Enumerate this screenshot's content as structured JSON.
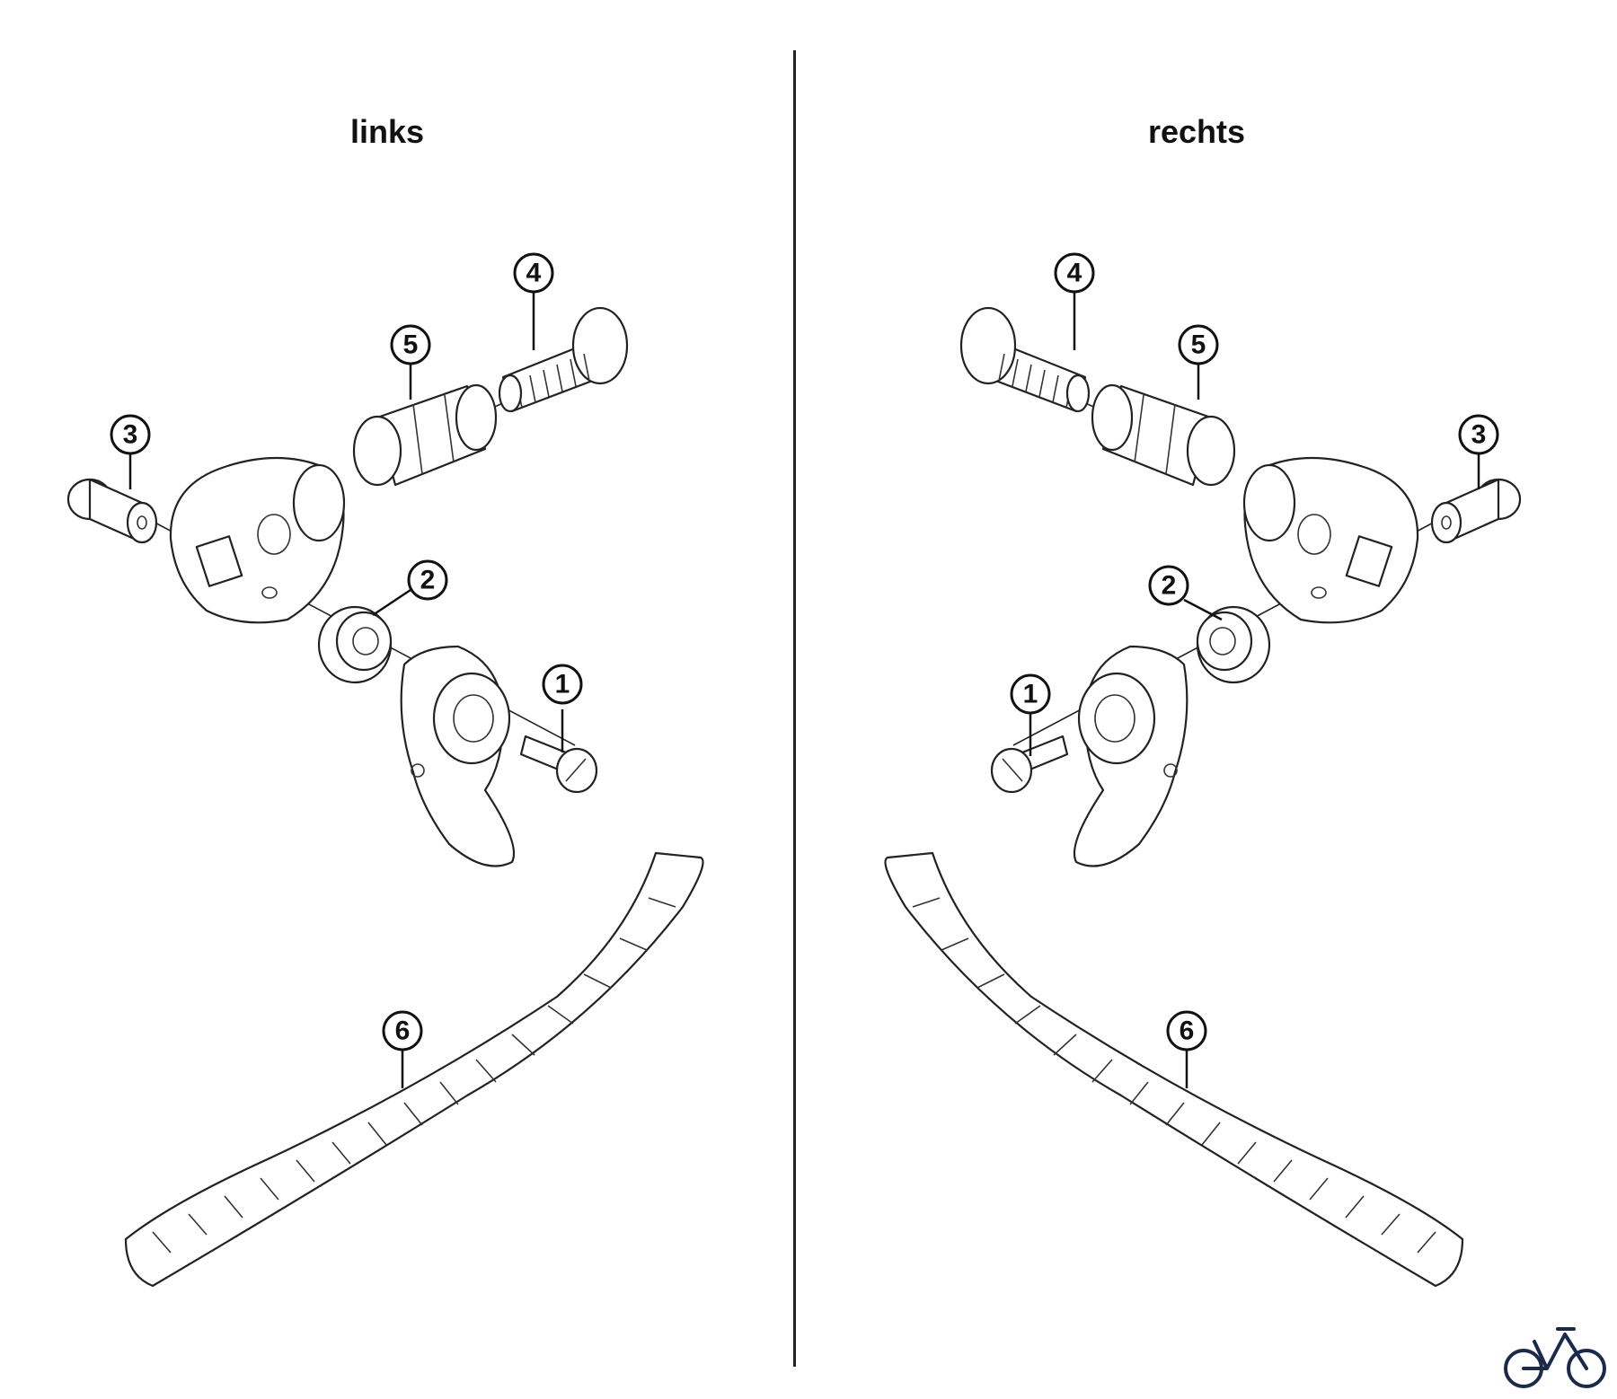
{
  "titles": {
    "left": "links",
    "right": "rechts"
  },
  "callouts": {
    "left": [
      "1",
      "2",
      "3",
      "4",
      "5",
      "6"
    ],
    "right": [
      "1",
      "2",
      "3",
      "4",
      "5",
      "6"
    ]
  },
  "icons": {
    "brand": "bicycle-icon"
  }
}
